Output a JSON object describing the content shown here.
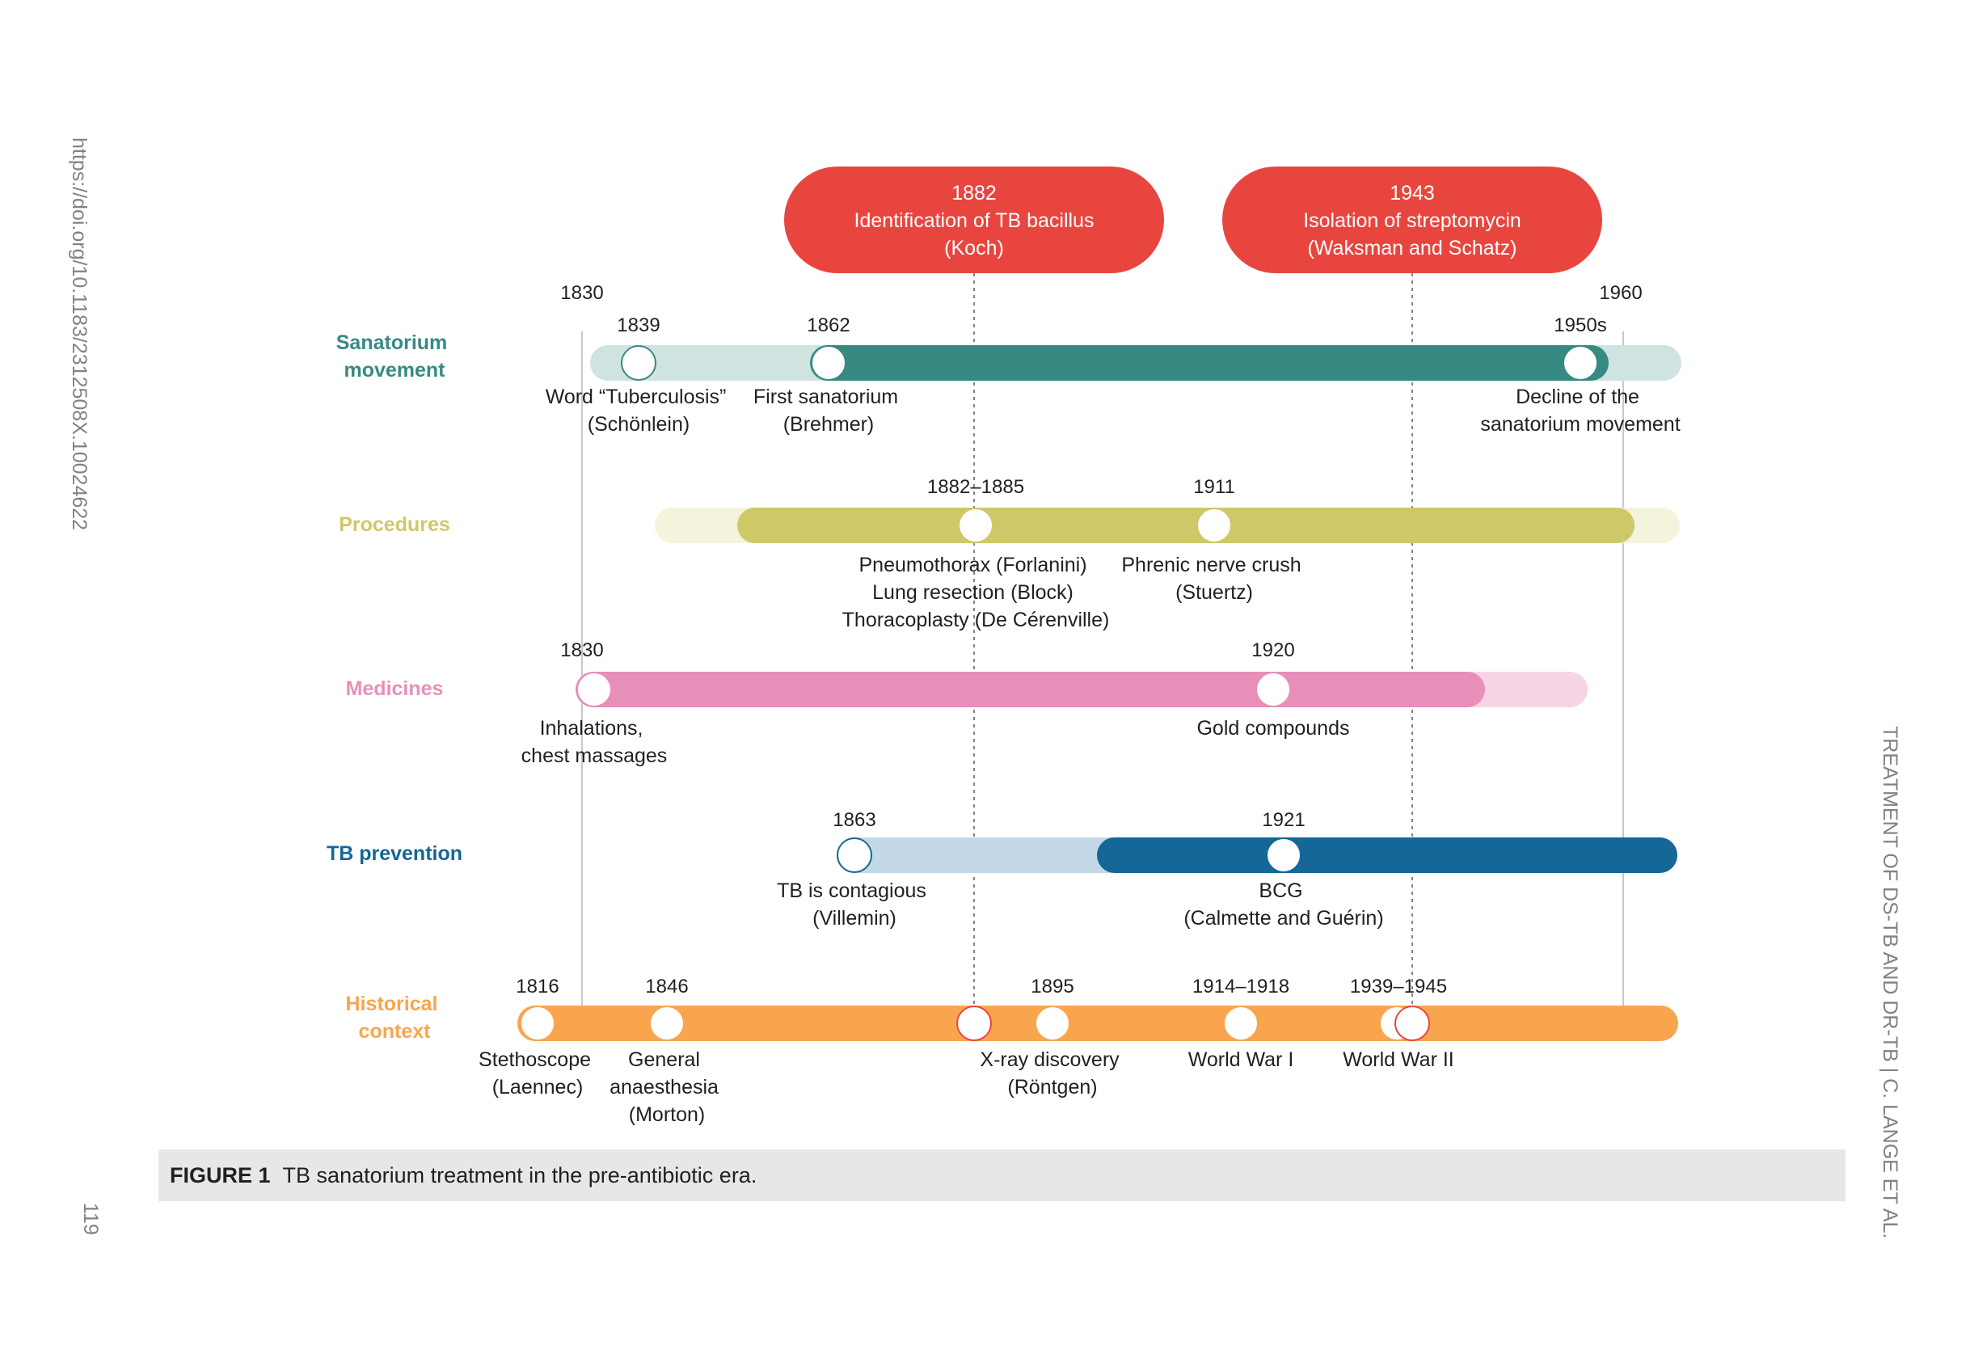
{
  "side": {
    "doi": "https://doi.org/10.1183/2312508X.10024622",
    "page_number": "119",
    "running_head": "TREATMENT OF DS-TB AND DR-TB  |  C. LANGE ET AL."
  },
  "caption": {
    "label": "FIGURE 1",
    "text": "TB sanatorium treatment in the pre-antibiotic era."
  },
  "colors": {
    "highlight": "#e9453f",
    "sanatorium_dark": "#378a82",
    "sanatorium_light": "#cfe3e0",
    "procedures_dark": "#cfc868",
    "procedures_light": "#f4f3dc",
    "medicines_dark": "#e78fb9",
    "medicines_light": "#f7d4e5",
    "prevention_dark": "#146796",
    "prevention_light": "#c3d8e6",
    "historical": "#f9a54e",
    "axis_line": "#c8c8c8"
  },
  "timeline": {
    "start_year": "1830",
    "end_year": "1960",
    "highlights": [
      {
        "year": "1882",
        "title": "Identification of TB bacillus",
        "subtitle": "(Koch)"
      },
      {
        "year": "1943",
        "title": "Isolation of streptomycin",
        "subtitle": "(Waksman and Schatz)"
      }
    ],
    "rows": [
      {
        "label_lines": [
          "Sanatorium",
          "movement"
        ],
        "events": [
          {
            "year": "1839",
            "lines": [
              "Word “Tuberculosis”",
              "(Schönlein)"
            ]
          },
          {
            "year": "1862",
            "lines": [
              "First sanatorium",
              "(Brehmer)"
            ]
          },
          {
            "year": "1950s",
            "lines": [
              "Decline of the",
              "sanatorium movement"
            ]
          }
        ]
      },
      {
        "label_lines": [
          "Procedures"
        ],
        "events": [
          {
            "year": "1882–1885",
            "lines": [
              "Pneumothorax (Forlanini)",
              "Lung resection (Block)",
              "Thoracoplasty (De Cérenville)"
            ]
          },
          {
            "year": "1911",
            "lines": [
              "Phrenic nerve crush",
              "(Stuertz)"
            ]
          }
        ]
      },
      {
        "label_lines": [
          "Medicines"
        ],
        "events": [
          {
            "year": "1830",
            "lines": [
              "Inhalations,",
              "chest massages"
            ]
          },
          {
            "year": "1920",
            "lines": [
              "Gold compounds"
            ]
          }
        ]
      },
      {
        "label_lines": [
          "TB prevention"
        ],
        "events": [
          {
            "year": "1863",
            "lines": [
              "TB is contagious",
              "(Villemin)"
            ]
          },
          {
            "year": "1921",
            "lines": [
              "BCG",
              "(Calmette and Guérin)"
            ]
          }
        ]
      },
      {
        "label_lines": [
          "Historical",
          "context"
        ],
        "events": [
          {
            "year": "1816",
            "lines": [
              "Stethoscope",
              "(Laennec)"
            ]
          },
          {
            "year": "1846",
            "lines": [
              "General",
              "anaesthesia",
              "(Morton)"
            ]
          },
          {
            "year": "1895",
            "lines": [
              "X-ray discovery",
              "(Röntgen)"
            ]
          },
          {
            "year": "1914–1918",
            "lines": [
              "World War I"
            ]
          },
          {
            "year": "1939–1945",
            "lines": [
              "World War II"
            ]
          }
        ]
      }
    ]
  }
}
